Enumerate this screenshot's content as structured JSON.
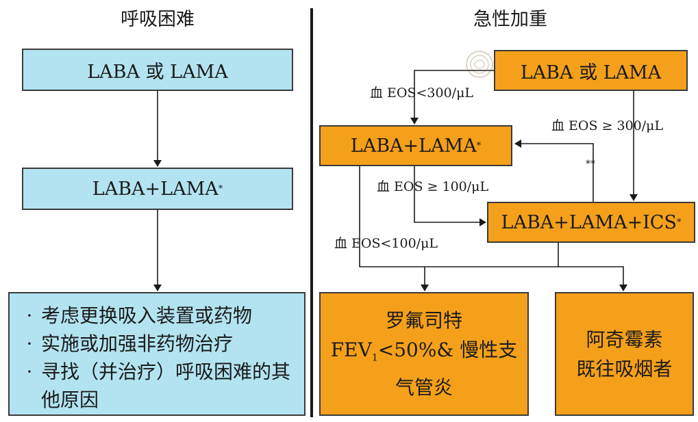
{
  "left": {
    "title": "呼吸困难",
    "box1": "LABA 或 LAMA",
    "box2": "LABA+LAMA",
    "box2_mark": "*",
    "bullets": [
      "考虑更换吸入装置或药物",
      "实施或加强非药物治疗",
      "寻找（并治疗）呼吸困难的其他原因"
    ]
  },
  "right": {
    "title": "急性加重",
    "start": "LABA 或 LAMA",
    "dual": "LABA+LAMA",
    "dual_mark": "*",
    "triple": "LABA+LAMA+ICS",
    "triple_mark": "*",
    "roflumilast_line1": "罗氟司特",
    "roflumilast_fev": "FEV",
    "roflumilast_sub": "1",
    "roflumilast_rest": "<50%& 慢性支",
    "roflumilast_line3": "气管炎",
    "azithro_line1": "阿奇霉素",
    "azithro_line2": "既往吸烟者",
    "edge_eos_lt300": "血 EOS<300/μL",
    "edge_eos_ge300": "血 EOS ≥ 300/μL",
    "edge_eos_ge100": "血 EOS ≥ 100/μL",
    "edge_eos_lt100": "血 EOS<100/μL",
    "edge_double_star": "**"
  },
  "colors": {
    "blue_box": "#b3e3f1",
    "orange_box": "#f5a01a",
    "line": "#1a1a1a"
  }
}
